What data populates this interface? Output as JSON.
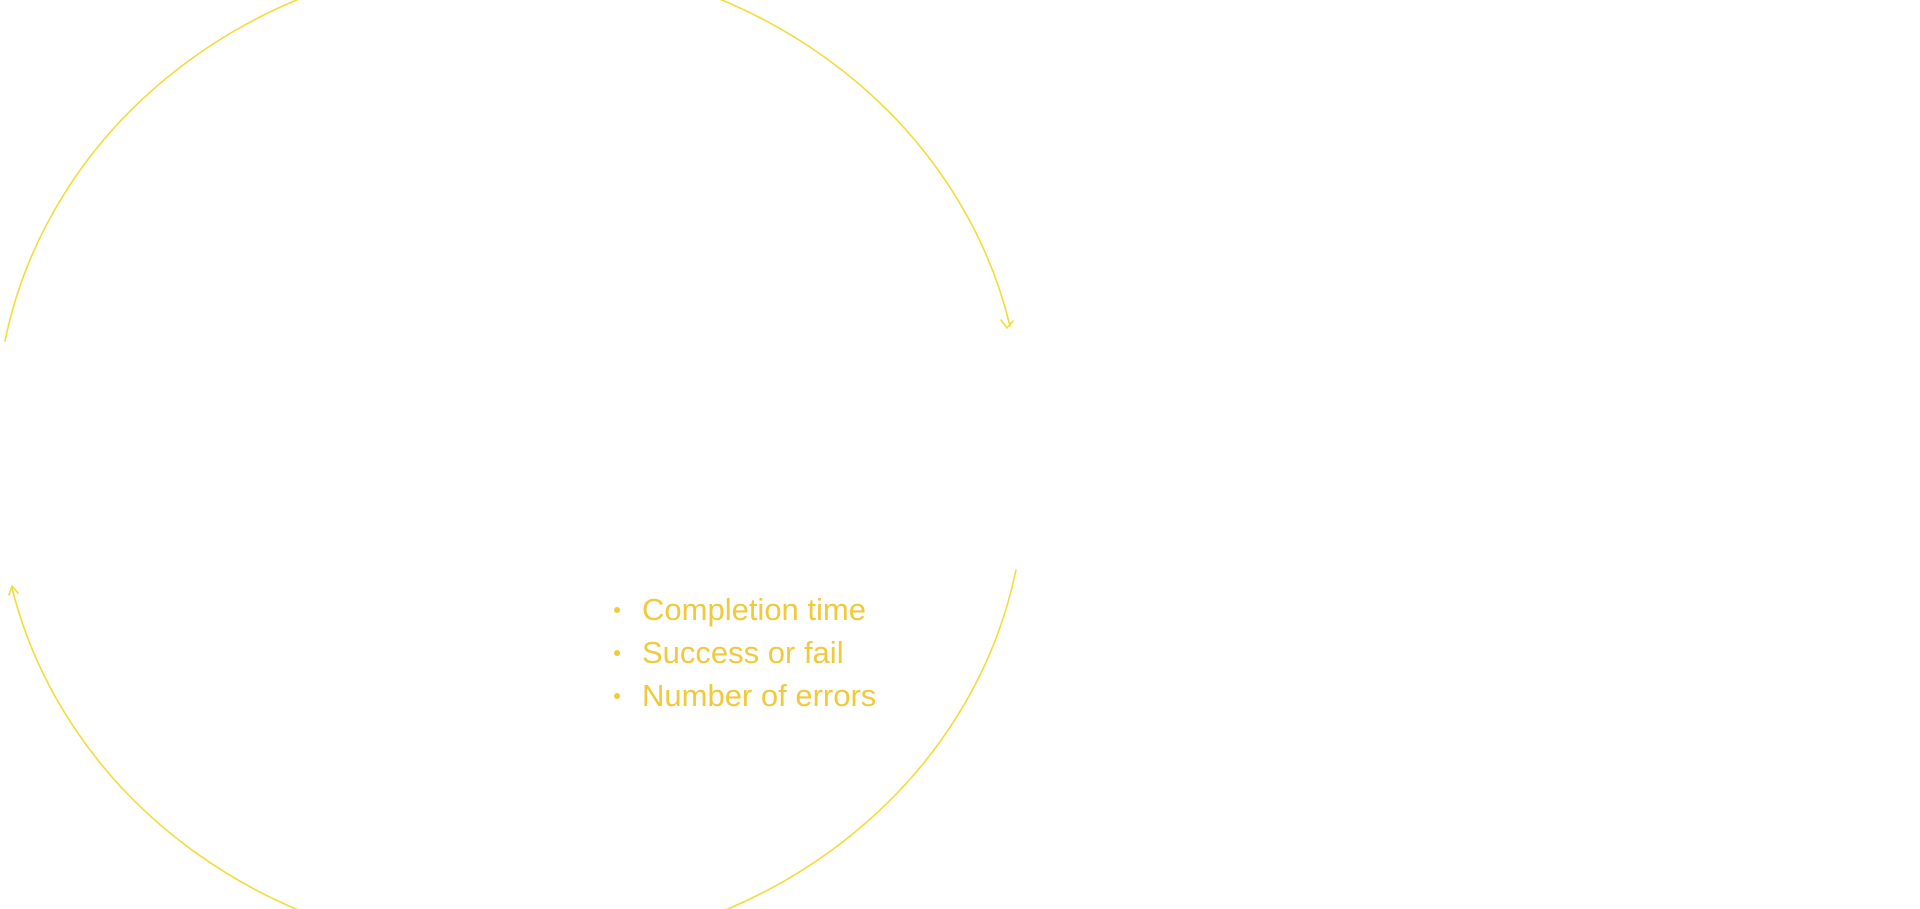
{
  "colors": {
    "cycle_stroke": "#f2dc3c",
    "text": "#f0ca3c",
    "background": "#ffffff"
  },
  "metrics": [
    {
      "label": "Completion time",
      "icon": "bullet-dot"
    },
    {
      "label": "Success or fail",
      "icon": "bullet-dot"
    },
    {
      "label": "Number of errors",
      "icon": "bullet-dot"
    }
  ]
}
